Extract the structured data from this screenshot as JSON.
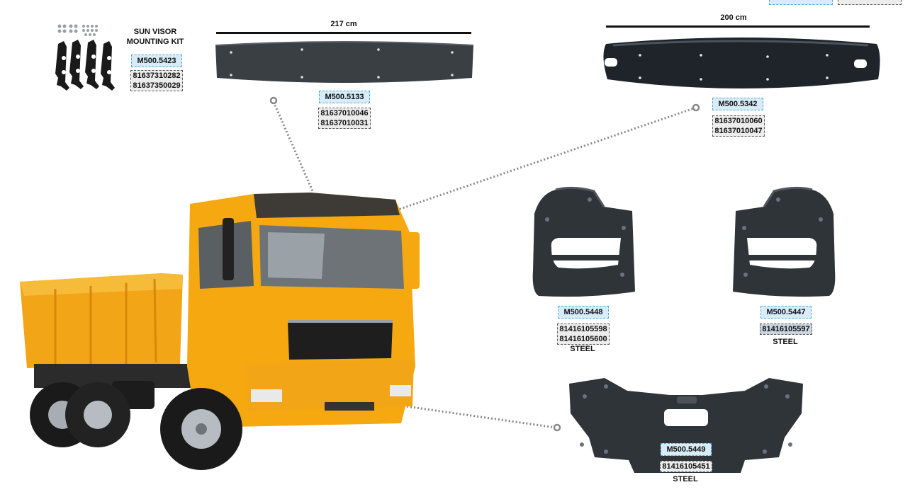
{
  "legend": {
    "oem_color": "#d7ecf8",
    "ref_color": "#ececec"
  },
  "kit": {
    "title_line1": "SUN VISOR",
    "title_line2": "MOUNTING KIT",
    "code": "M500.5423",
    "refs": [
      "81637310282",
      "81637350029"
    ]
  },
  "visor_left": {
    "dimension": "217 cm",
    "code": "M500.5133",
    "refs": [
      "81637010046",
      "81637010031"
    ]
  },
  "visor_right": {
    "dimension": "200 cm",
    "code": "M500.5342",
    "refs": [
      "81637010060",
      "81637010047"
    ]
  },
  "corner_left": {
    "code": "M500.5448",
    "refs": [
      "81416105598",
      "81416105600"
    ],
    "material": "STEEL"
  },
  "corner_right": {
    "code": "M500.5447",
    "refs": [
      "81416105597"
    ],
    "material": "STEEL"
  },
  "bumper_center": {
    "code": "M500.5449",
    "refs": [
      "81416105451"
    ],
    "material": "STEEL"
  }
}
